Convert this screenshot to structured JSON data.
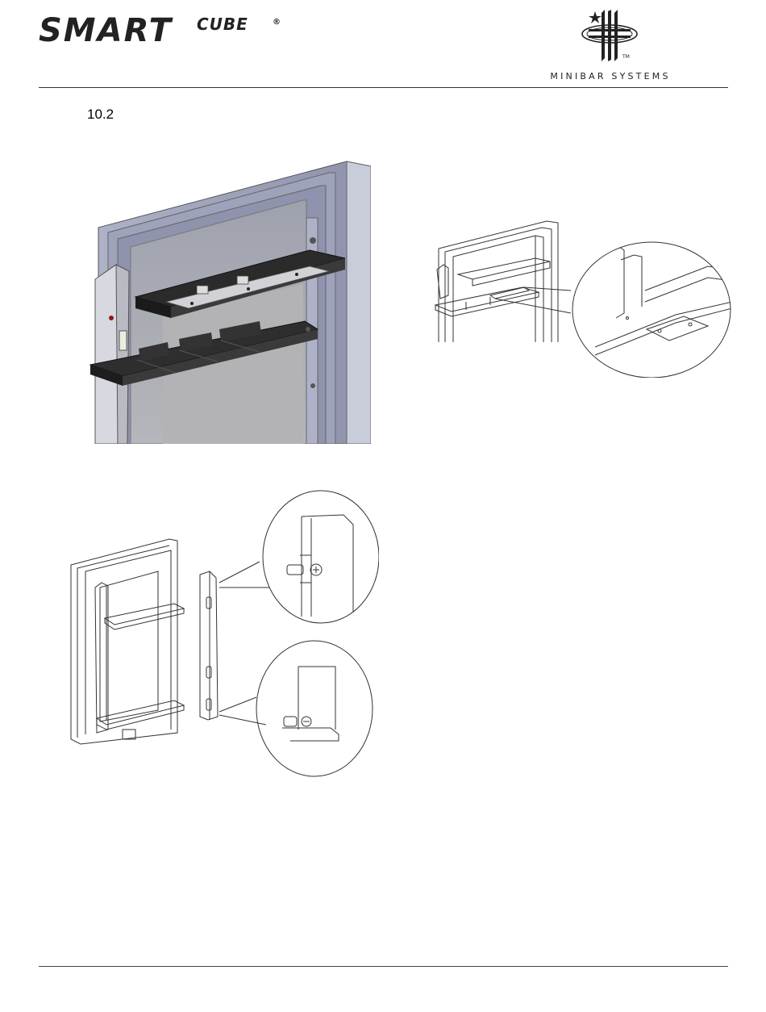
{
  "header": {
    "logo_smart": "SMART",
    "logo_cube": "CUBE",
    "logo_reg": "®",
    "brand_name": "MINIBAR SYSTEMS",
    "brand_tm": "TM"
  },
  "section": {
    "number": "10.2"
  },
  "figures": [
    {
      "name": "door-frame-with-trays-render",
      "icon": "door-tray-render"
    },
    {
      "name": "door-frame-detail-diagram",
      "icon": "door-detail-line-drawing"
    },
    {
      "name": "door-hinge-bracket-assembly-diagram",
      "icon": "door-bracket-line-drawing"
    }
  ]
}
